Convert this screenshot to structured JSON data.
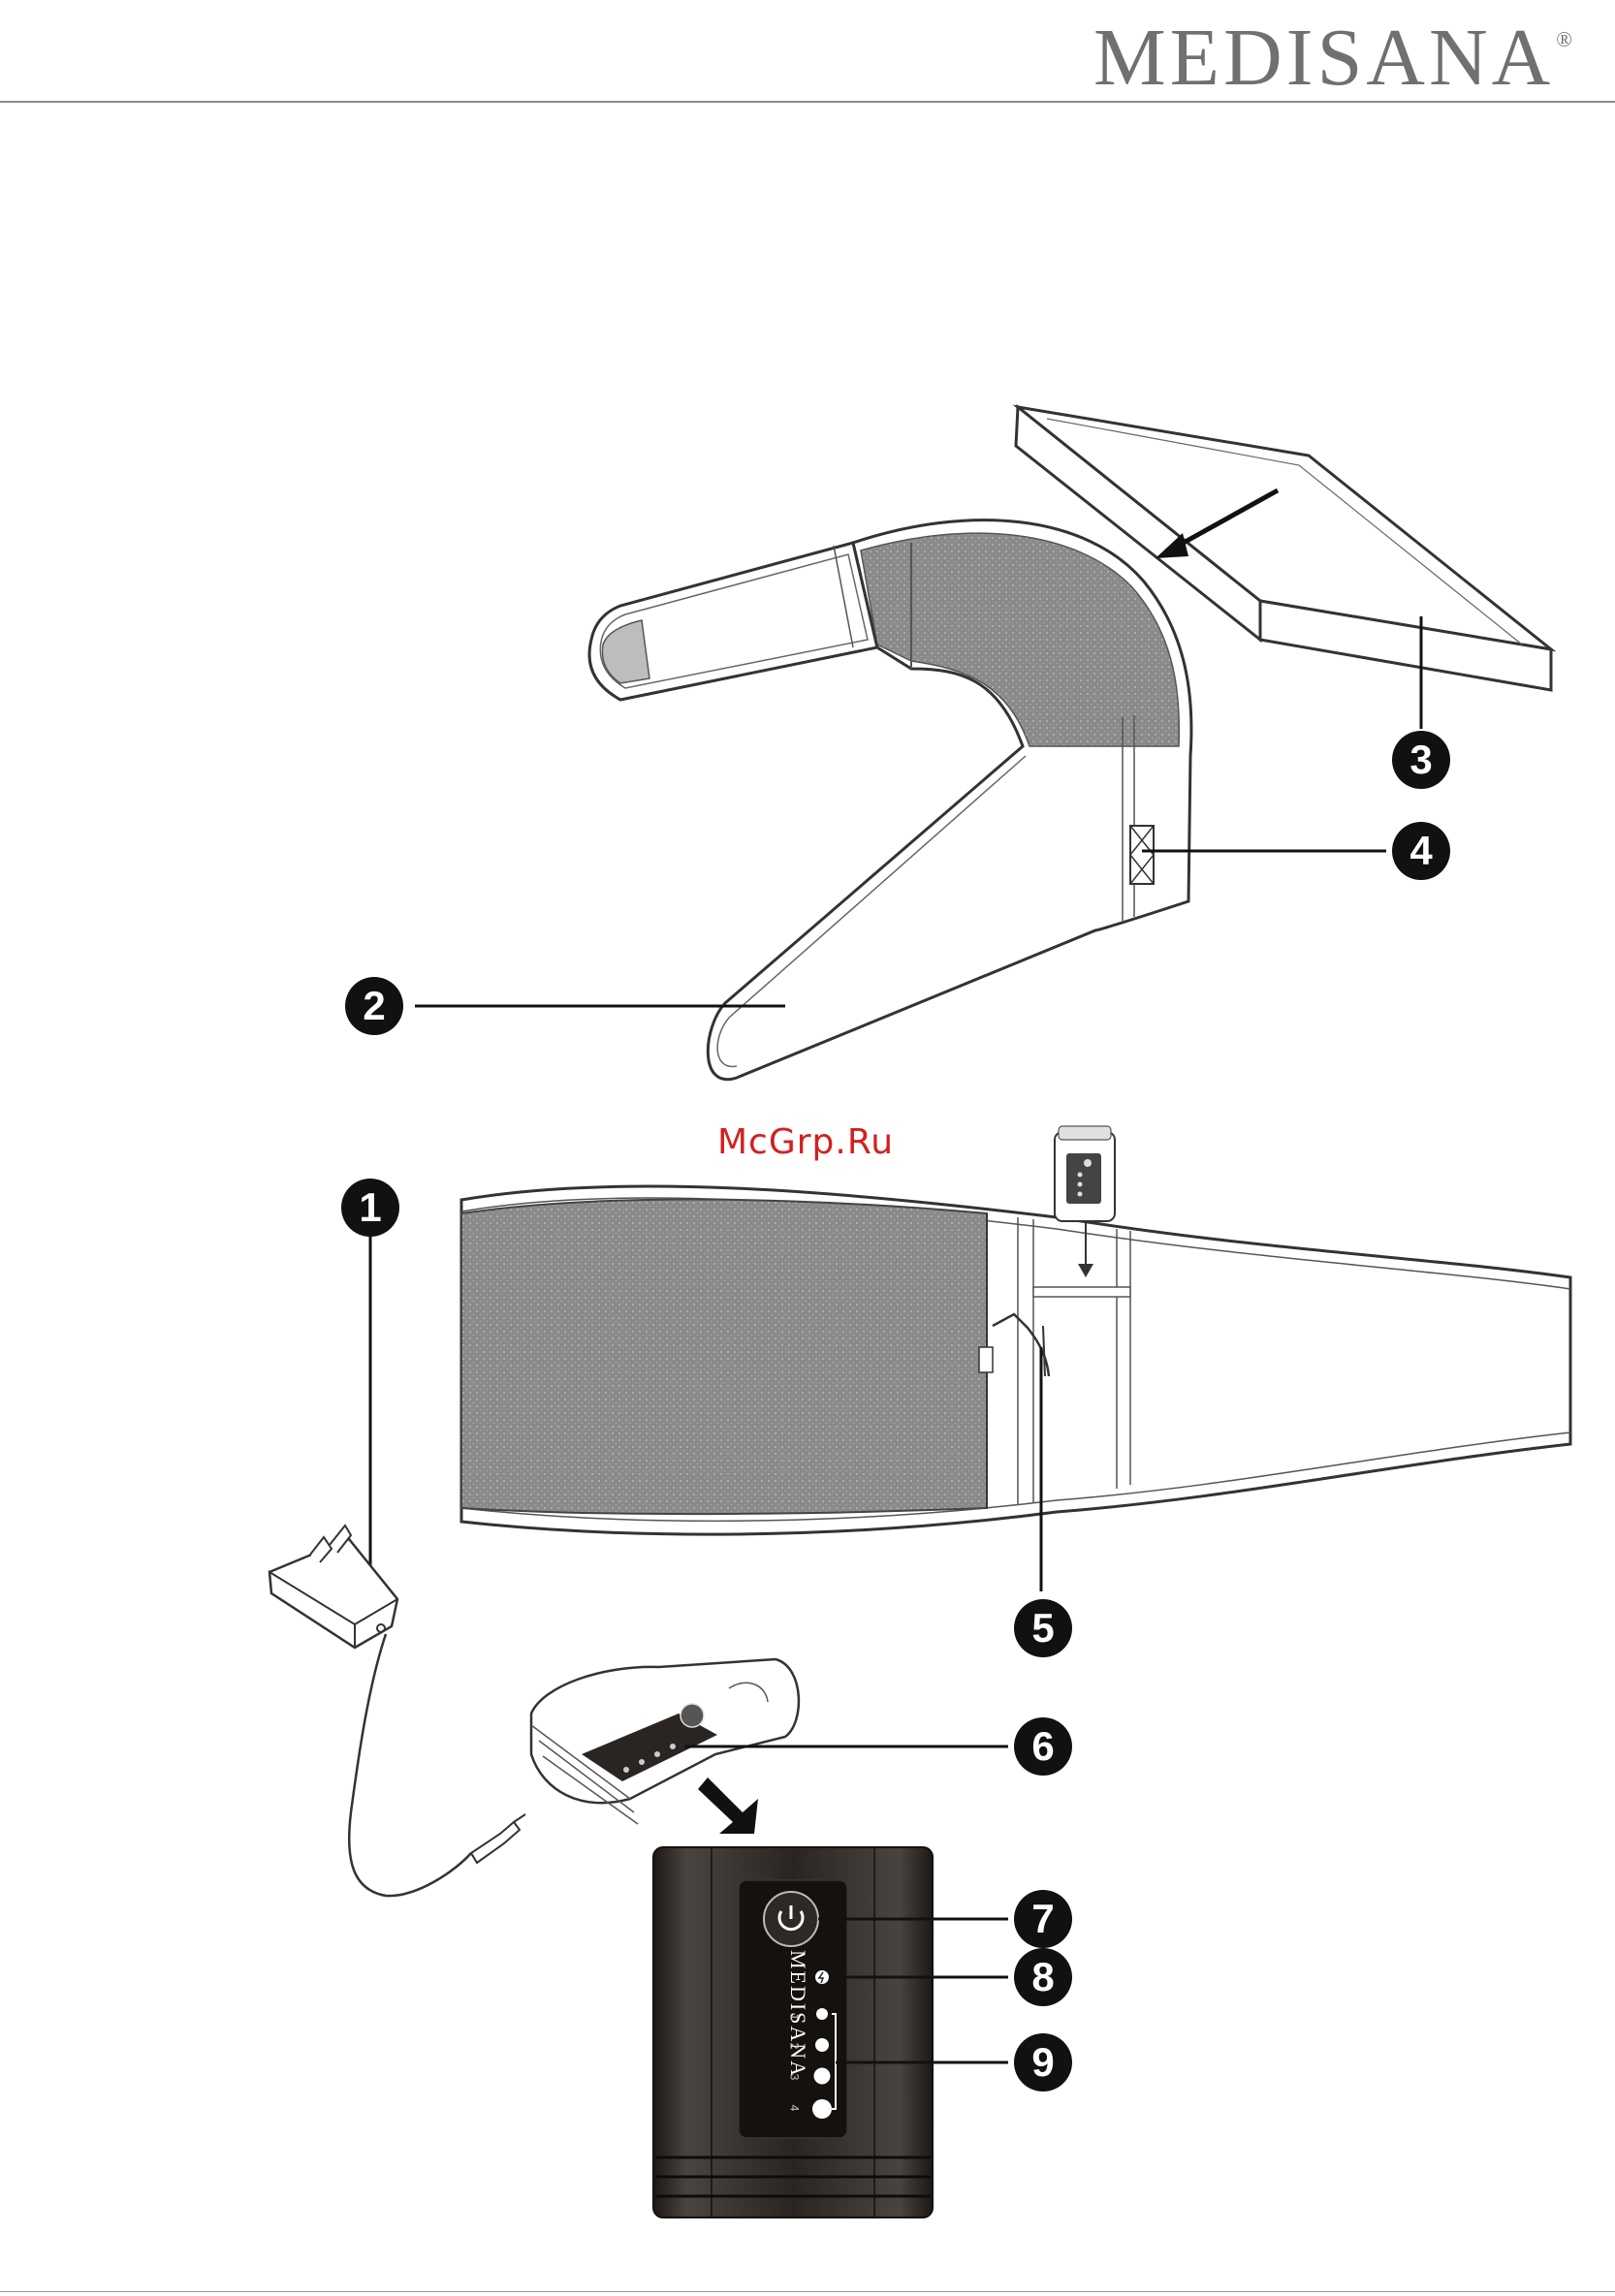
{
  "header": {
    "brand": "MEDISANA",
    "registered_mark": "®"
  },
  "watermark": "McGrp.Ru",
  "callouts": {
    "c1": "1",
    "c2": "2",
    "c3": "3",
    "c4": "4",
    "c5": "5",
    "c6": "6",
    "c7": "7",
    "c8": "8",
    "c9": "9"
  },
  "device": {
    "logo": "MEDISANA",
    "heat_levels": [
      "1",
      "2",
      "3",
      "4"
    ]
  },
  "colors": {
    "callout_bg": "#111111",
    "watermark": "#d32020",
    "fabric": "#8c8c8c",
    "device_body": "#2a2522"
  },
  "icons": [
    "power-icon",
    "charge-icon",
    "plug-icon",
    "arrow-icon"
  ]
}
